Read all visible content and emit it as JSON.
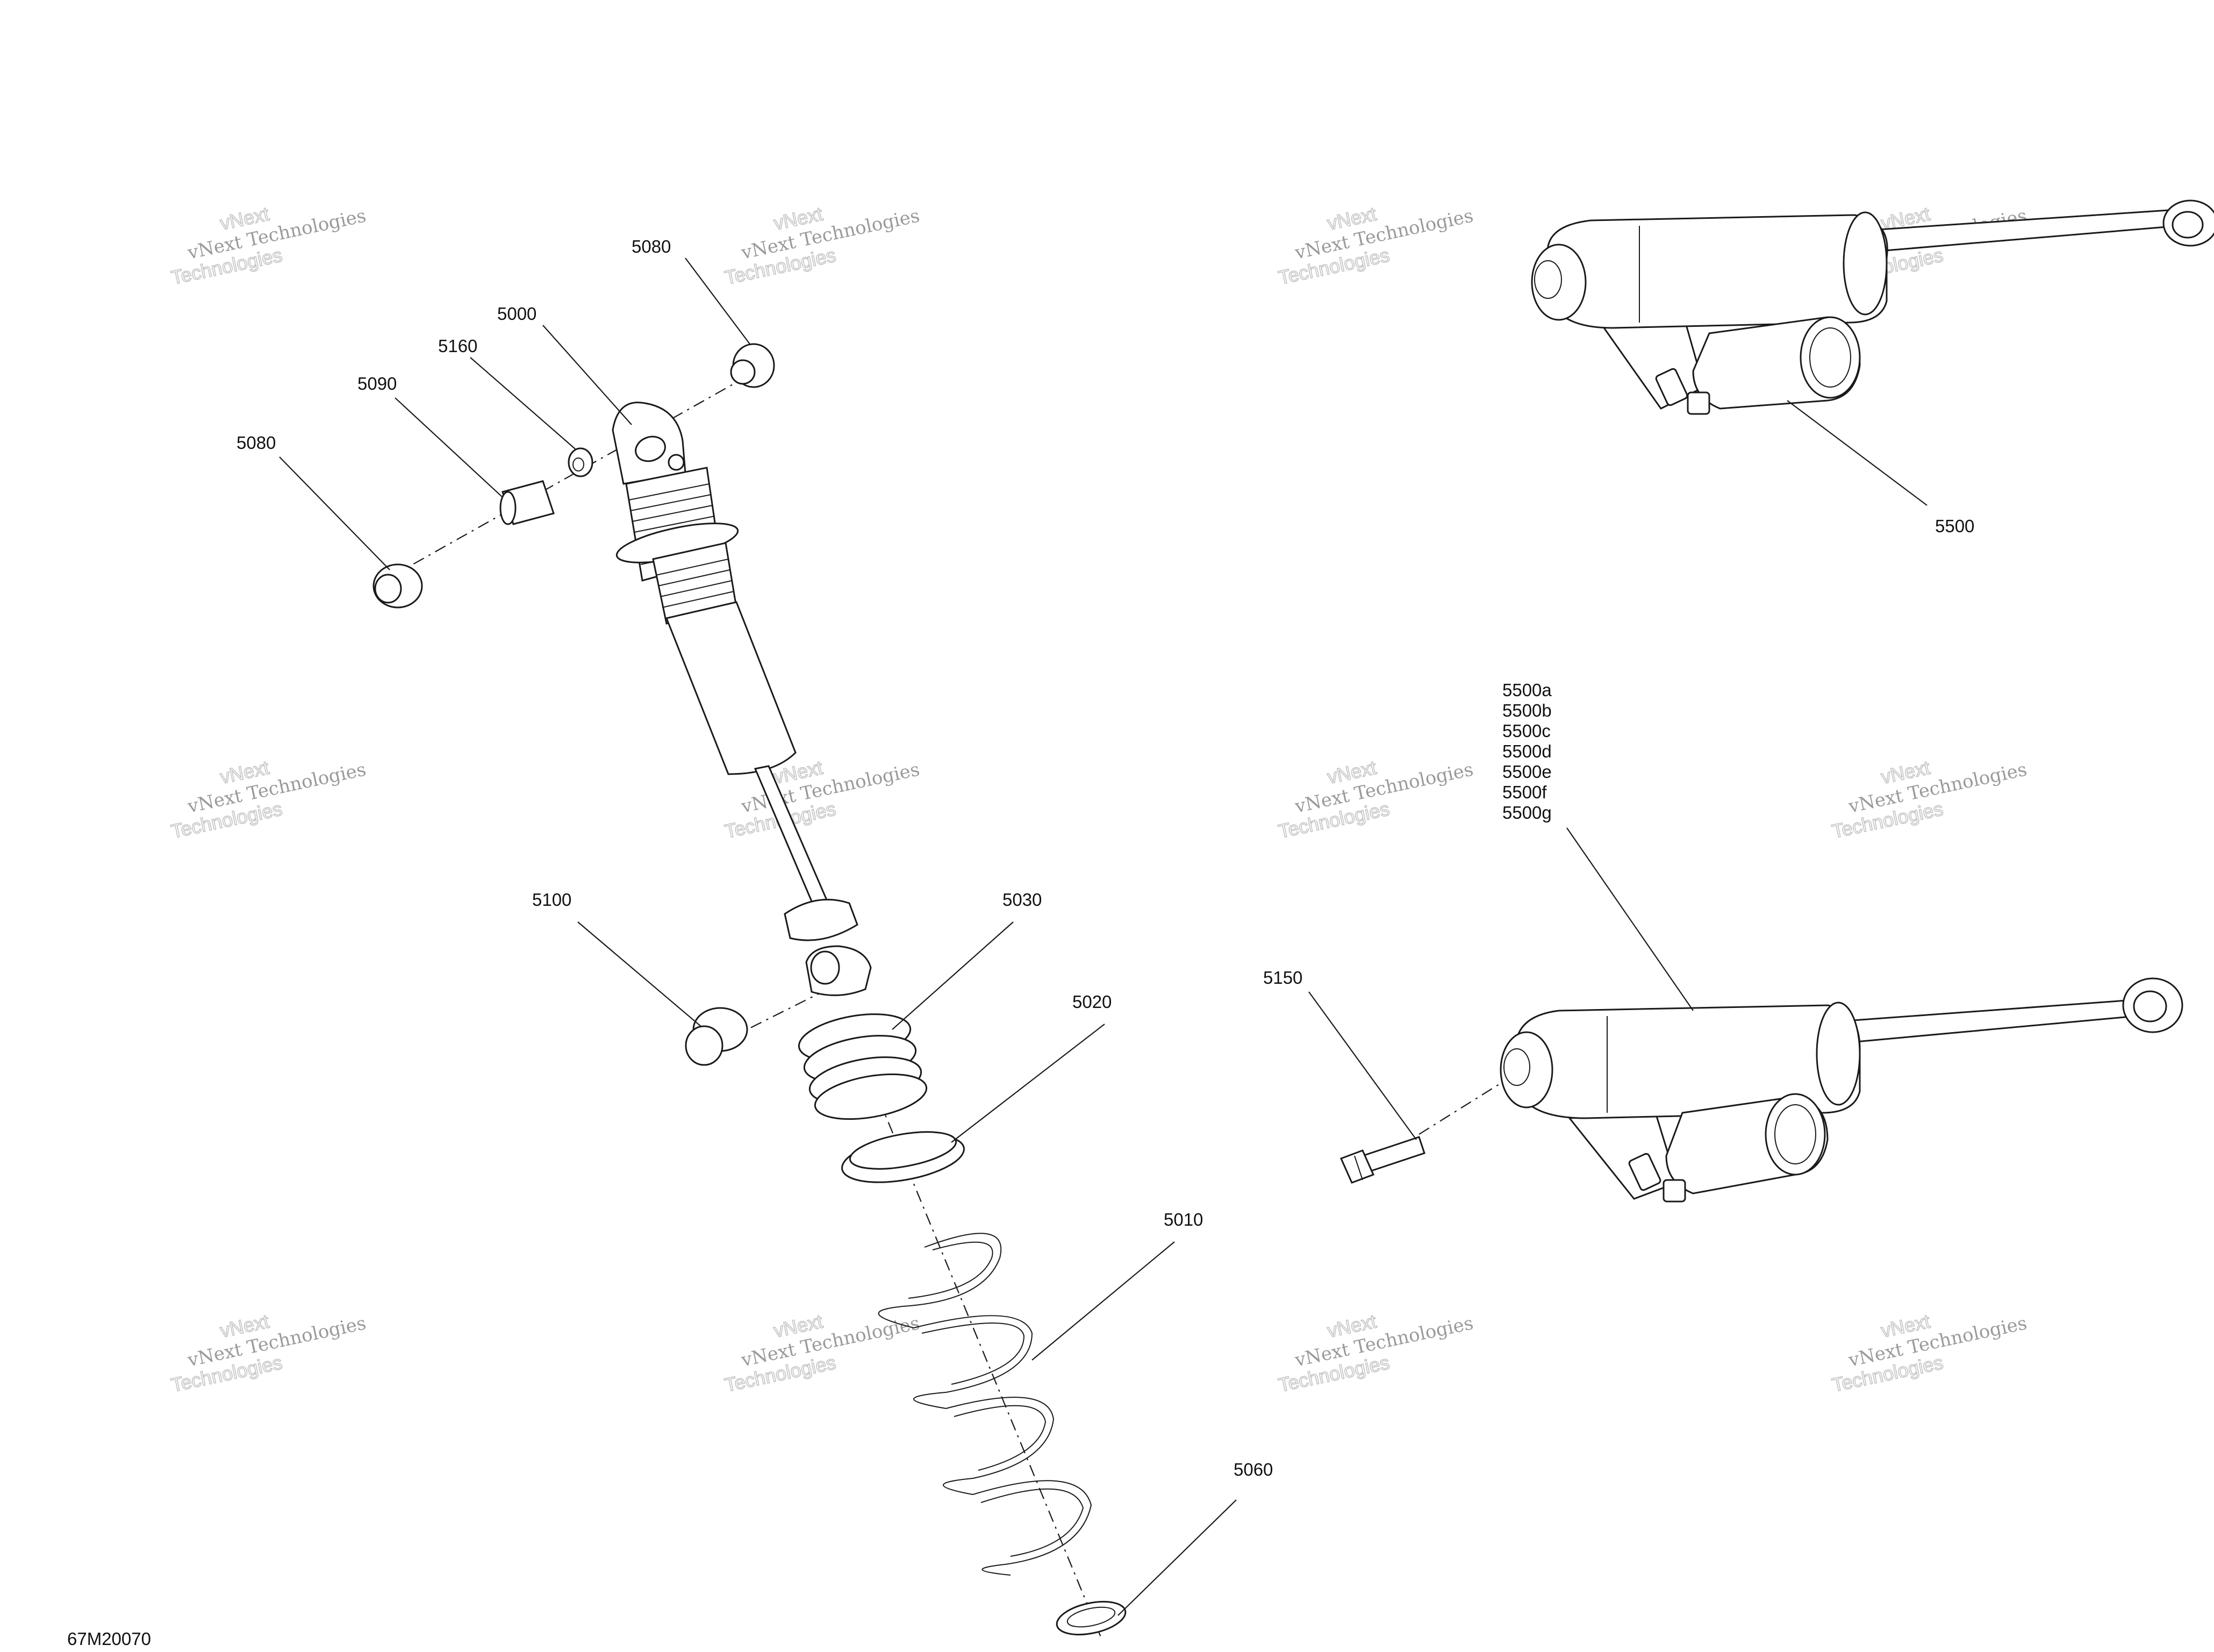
{
  "drawing_number": "67M20070",
  "watermark": {
    "text_line1": "vNext Technologies",
    "text_line2": "vNext",
    "text_line3": "Technologies"
  },
  "part_labels": {
    "p5080_top": "5080",
    "p5000": "5000",
    "p5160": "5160",
    "p5090": "5090",
    "p5080_left": "5080",
    "p5100": "5100",
    "p5030": "5030",
    "p5020": "5020",
    "p5010": "5010",
    "p5060": "5060",
    "p5150": "5150",
    "p5500": "5500",
    "variants": [
      "5500a",
      "5500b",
      "5500c",
      "5500d",
      "5500e",
      "5500f",
      "5500g"
    ]
  },
  "colors": {
    "line": "#1a1a1a",
    "watermark": "#c4c4c4",
    "background": "#ffffff"
  }
}
